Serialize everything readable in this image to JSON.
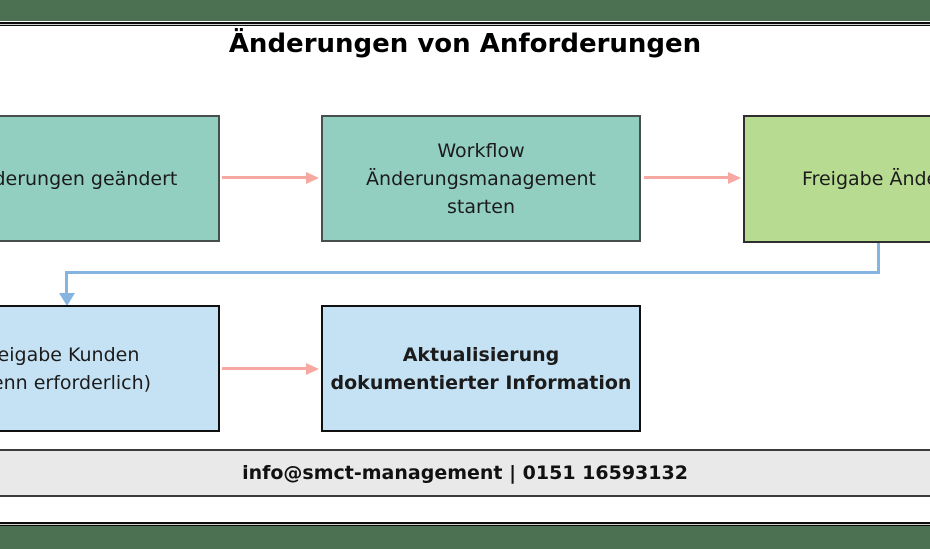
{
  "header": {
    "title": "Änderungen von Anforderungen"
  },
  "diagram": {
    "boxes": [
      {
        "id": "anforderungen-geaendert",
        "label": "Anforderungen geändert",
        "lines": [
          "Anforderungen geändert"
        ],
        "fill": "#92cfc0"
      },
      {
        "id": "workflow-aenderungsmanagement-starten",
        "label": "Workflow Änderungsmanagement starten",
        "lines": [
          "Workflow",
          "Änderungsmanagement",
          "starten"
        ],
        "fill": "#92cfc0"
      },
      {
        "id": "freigabe-aenderungen",
        "label": "Freigabe Änderungen",
        "lines": [
          "Freigabe Änderungen"
        ],
        "fill": "#b7dc91"
      },
      {
        "id": "freigabe-kunden-wenn-erforderlich",
        "label": "Freigabe Kunden (wenn erforderlich)",
        "lines": [
          "Freigabe Kunden",
          "(wenn erforderlich)"
        ],
        "fill": "#c5e2f4"
      },
      {
        "id": "aktualisierung-dokumentierter-information",
        "label": "Aktualisierung dokumentierter Information",
        "lines": [
          "Aktualisierung",
          "dokumentierter Information"
        ],
        "fill": "#c5e2f4"
      }
    ],
    "connector_colors": {
      "flow_arrow": "#f7a8a0",
      "feedback_line": "#85b4e0"
    }
  },
  "footer": {
    "contact": "info@smct-management | 0151 16593132"
  },
  "colors": {
    "frame_bar_green": "#4b7052",
    "footer_bg": "#e9e9e9",
    "rule_black": "#0c0c0c"
  }
}
